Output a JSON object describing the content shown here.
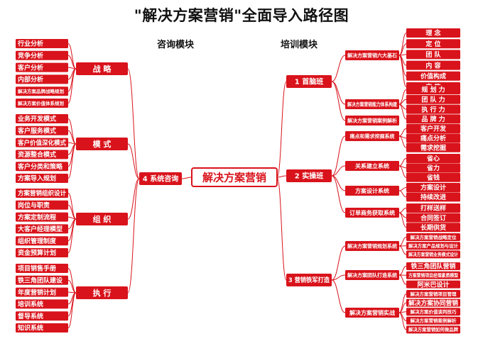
{
  "title": "\"解决方案营销\"全面导入路径图",
  "left_section": "咨询模块",
  "right_section": "培训模块",
  "center": {
    "label": "解决方案营销"
  },
  "left_branch": {
    "label": "4 系统咨询"
  },
  "left_groups": [
    {
      "label": "战 略",
      "items": [
        "行业分析",
        "竞争分析",
        "客户分析",
        "内部分析",
        "解决方案品牌战略规划",
        "解决方案价值体系规划"
      ]
    },
    {
      "label": "模 式",
      "items": [
        "业务开发模式",
        "客户服务模式",
        "客户价值深化模式",
        "资源整合模式",
        "客户分类和策略",
        "方案导入规划"
      ]
    },
    {
      "label": "组 织",
      "items": [
        "方案营销组织设计",
        "岗位与职责",
        "方案定制流程",
        "大客户经理模型",
        "组织管理制度",
        "资金预算计划"
      ]
    },
    {
      "label": "执 行",
      "items": [
        "项目销售手册",
        "铁三角团队建设",
        "年度营销计划",
        "培训系统",
        "督导系统",
        "知识系统"
      ]
    }
  ],
  "right_branches": [
    {
      "label": "1 首脑班",
      "subs": [
        {
          "label": "解决方案营销六大基石",
          "items": [
            "理 念",
            "定 位",
            "团 队",
            "内 容",
            "价值构成",
            "实 施"
          ]
        },
        {
          "label": "解决方案营销能力体系构建",
          "items": [
            "规 划 力",
            "团 队 力",
            "执 行 力",
            "品 牌 力"
          ]
        },
        {
          "label": "解决方案营销案例解析",
          "items": []
        }
      ]
    },
    {
      "label": "2 实操班",
      "subs": [
        {
          "label": "痛点和需求挖掘系统",
          "items": [
            "客户开发",
            "痛点分析",
            "需求挖掘"
          ]
        },
        {
          "label": "关系建立系统",
          "items": [
            "省心",
            "省力",
            "省钱"
          ]
        },
        {
          "label": "方案设计系统",
          "items": [
            "方案设计",
            "持续改进"
          ]
        },
        {
          "label": "订单商务获取系统",
          "items": [
            "打样送样",
            "合同签订",
            "长期供货"
          ]
        }
      ]
    },
    {
      "label": "3 营销铁军打造",
      "subs": [
        {
          "label": "解决方案营销规划系统",
          "items": [
            "解决方案营销战略定位",
            "解决方案产品规划与设计",
            "解决方案营销业务模式设计"
          ]
        },
        {
          "label": "解决方案团队打造系统",
          "items": [
            "铁三角团队营销",
            "方案营销项目经理素质模型",
            "阿米巴设计"
          ]
        },
        {
          "label": "解决方案营销实战",
          "items": [
            "解决方案营销项目管理",
            "解决方案协同营销",
            "解决方案价值谈判技巧",
            "解决方案营销案例解析",
            "解决方案营销如何做品牌"
          ]
        }
      ]
    }
  ],
  "colors": {
    "box": "#d9131b",
    "text": "#ffffff",
    "line": "#d9131b",
    "center_border": "#d9131b"
  }
}
